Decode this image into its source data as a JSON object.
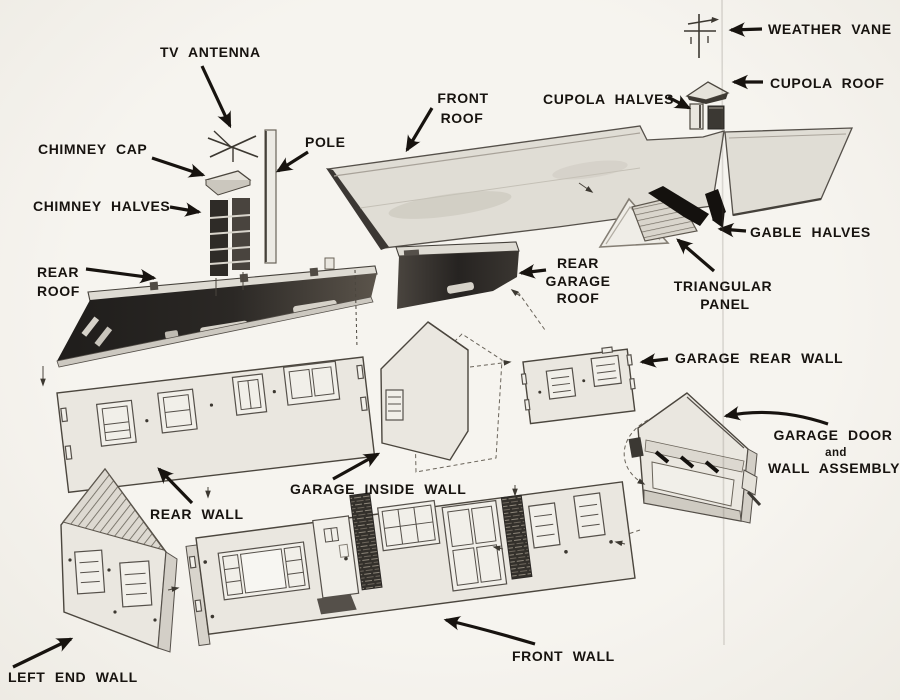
{
  "diagram": {
    "title": "Exploded assembly diagram of toy house kit",
    "labels": {
      "tv_antenna": "TV ANTENNA",
      "chimney_cap": "CHIMNEY CAP",
      "chimney_halves": "CHIMNEY HALVES",
      "pole": "POLE",
      "front_roof": [
        "FRONT",
        "ROOF"
      ],
      "cupola_halves": "CUPOLA HALVES",
      "weather_vane": "WEATHER VANE",
      "cupola_roof": "CUPOLA ROOF",
      "gable_halves": "GABLE HALVES",
      "triangular_panel": [
        "TRIANGULAR",
        "PANEL"
      ],
      "rear_roof": [
        "REAR",
        "ROOF"
      ],
      "rear_garage_roof": [
        "REAR",
        "GARAGE",
        "ROOF"
      ],
      "garage_rear_wall": "GARAGE REAR WALL",
      "garage_door_assembly": [
        "GARAGE DOOR",
        "and",
        "WALL ASSEMBLY"
      ],
      "garage_inside_wall": "GARAGE INSIDE WALL",
      "rear_wall": "REAR WALL",
      "left_end_wall": "LEFT END WALL",
      "front_wall": "FRONT WALL"
    },
    "colors": {
      "background": "#f4f2ec",
      "ink": "#17130f",
      "panel_light": "#eae7e0",
      "roof_dark": "#242220",
      "crease": "#5a5248"
    }
  }
}
